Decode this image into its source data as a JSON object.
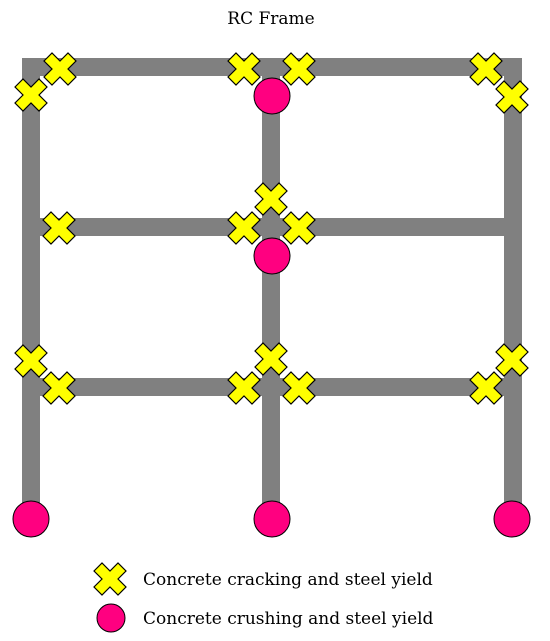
{
  "title": "RC Frame",
  "colors": {
    "member": "#808080",
    "cross_fill": "#ffff00",
    "cross_stroke": "#000000",
    "circle_fill": "#ff0080",
    "circle_stroke": "#000000"
  },
  "icons": {
    "crack_marker": "x-cross-icon",
    "crush_marker": "circle-icon"
  },
  "legend": [
    {
      "marker": "cross",
      "label": "Concrete cracking and steel yield"
    },
    {
      "marker": "circle",
      "label": "Concrete crushing and steel yield"
    }
  ]
}
